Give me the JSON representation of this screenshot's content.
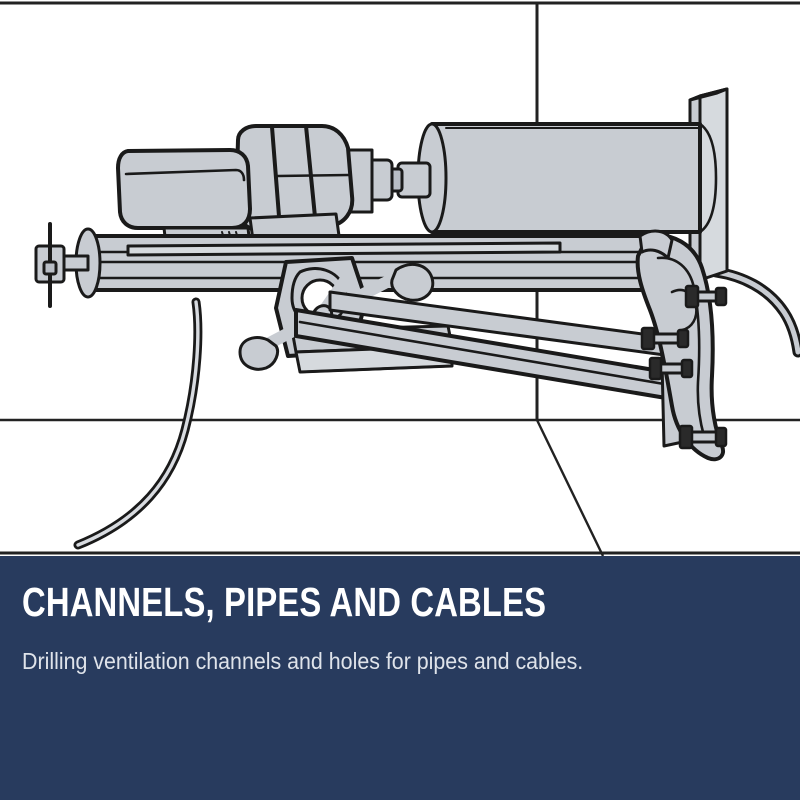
{
  "caption": {
    "title": "CHANNELS, PIPES AND CABLES",
    "subtitle": "Drilling ventilation channels and holes for pipes and cables."
  },
  "colors": {
    "panel_background": "#283b5e",
    "title_text": "#ffffff",
    "subtitle_text": "#dfe3ea",
    "illustration_background": "#ffffff",
    "metal_fill": "#c8ccd2",
    "metal_fill_light": "#d6dade",
    "metal_fill_dark": "#b9bec6",
    "outline": "#1a1a1a",
    "room_line": "#222222"
  },
  "illustration": {
    "alt": "Line-art illustration of a diamond core drill rig mounted on a rail stand, drilling a large horizontal core hole through a wall, with power cable trailing across the floor.",
    "parts": [
      {
        "name": "room-back-wall-corner-line",
        "label": "Vertical wall corner"
      },
      {
        "name": "room-floor-line",
        "label": "Floor / wall junction"
      },
      {
        "name": "room-floor-corner-line",
        "label": "Floor corner"
      },
      {
        "name": "drill-motor-body",
        "label": "Drill motor housing"
      },
      {
        "name": "drill-motor-handle",
        "label": "Motor grip handle"
      },
      {
        "name": "drill-gearbox",
        "label": "Gear housing"
      },
      {
        "name": "drill-chuck",
        "label": "Chuck / spindle coupling"
      },
      {
        "name": "core-bit-barrel",
        "label": "Diamond core barrel"
      },
      {
        "name": "wall-plate",
        "label": "Wall surface plate"
      },
      {
        "name": "guide-rail",
        "label": "Guide rail column"
      },
      {
        "name": "rail-end-cap",
        "label": "Rail end cap"
      },
      {
        "name": "rail-end-screw",
        "label": "Rail end adjusting screw"
      },
      {
        "name": "feed-carriage",
        "label": "Feed carriage"
      },
      {
        "name": "feed-crank-handle",
        "label": "Feed crank handle"
      },
      {
        "name": "crank-knob-upper",
        "label": "Crank knob (upper)"
      },
      {
        "name": "crank-knob-lower",
        "label": "Crank knob (lower)"
      },
      {
        "name": "support-strut",
        "label": "Diagonal support strut"
      },
      {
        "name": "base-bracket",
        "label": "Base anchor bracket"
      },
      {
        "name": "anchor-bolt-1",
        "label": "Anchor bolt"
      },
      {
        "name": "anchor-bolt-2",
        "label": "Anchor bolt"
      },
      {
        "name": "anchor-bolt-3",
        "label": "Anchor bolt"
      },
      {
        "name": "anchor-bolt-4",
        "label": "Anchor bolt"
      },
      {
        "name": "power-cable",
        "label": "Power supply cable"
      },
      {
        "name": "water-hose",
        "label": "Water feed hose"
      }
    ]
  }
}
